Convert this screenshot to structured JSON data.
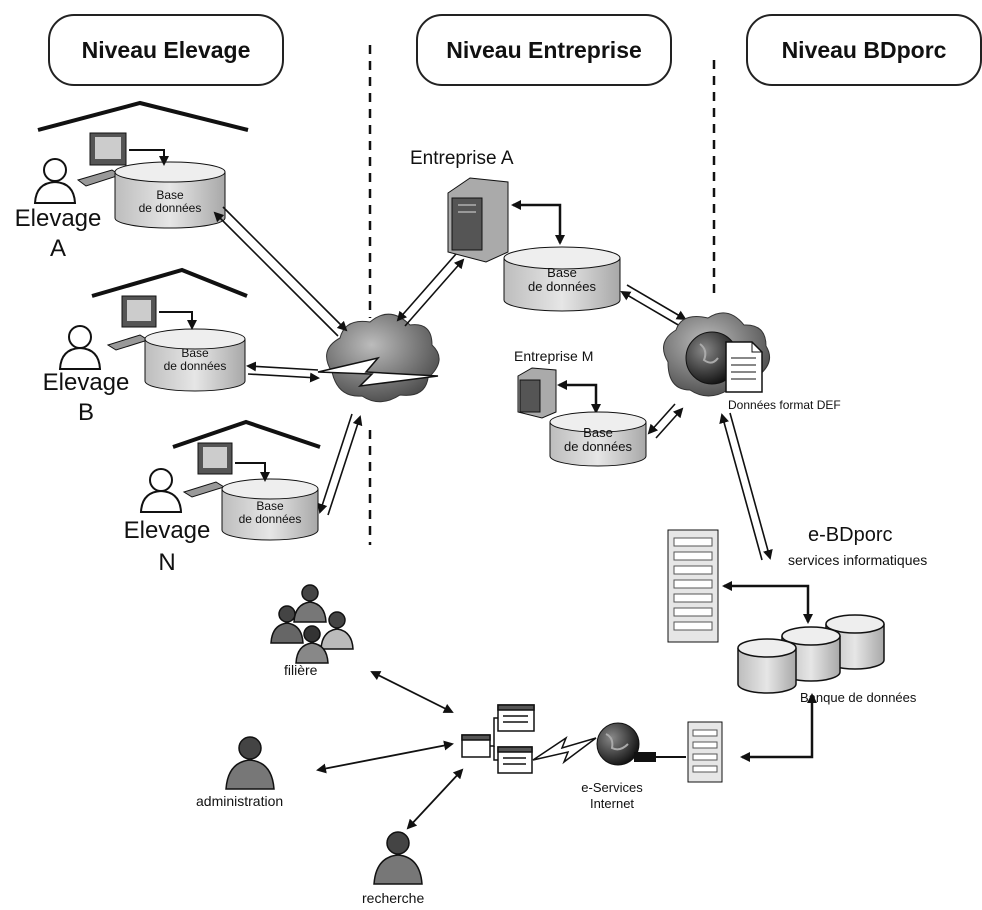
{
  "headers": {
    "elevage": "Niveau Elevage",
    "entreprise": "Niveau Entreprise",
    "bdporc": "Niveau BDporc"
  },
  "farms": [
    {
      "line1": "Elevage",
      "line2": "A"
    },
    {
      "line1": "Elevage",
      "line2": "B"
    },
    {
      "line1": "Elevage",
      "line2": "N"
    }
  ],
  "database": {
    "line1": "Base",
    "line2": "de données"
  },
  "companies": {
    "a": "Entreprise A",
    "m": "Entreprise M"
  },
  "def_label": "Données format DEF",
  "ebdporc": {
    "title": "e-BDporc",
    "subtitle": "services informatiques"
  },
  "data_bank": "Banque de données",
  "eservices": {
    "line1": "e-Services",
    "line2": "Internet"
  },
  "users": {
    "filiere": "filière",
    "administration": "administration",
    "recherche": "recherche"
  },
  "colors": {
    "line": "#111111",
    "cylinder": "#d9d9d9",
    "cloud": "#6a6a6a",
    "person": "#777777"
  }
}
